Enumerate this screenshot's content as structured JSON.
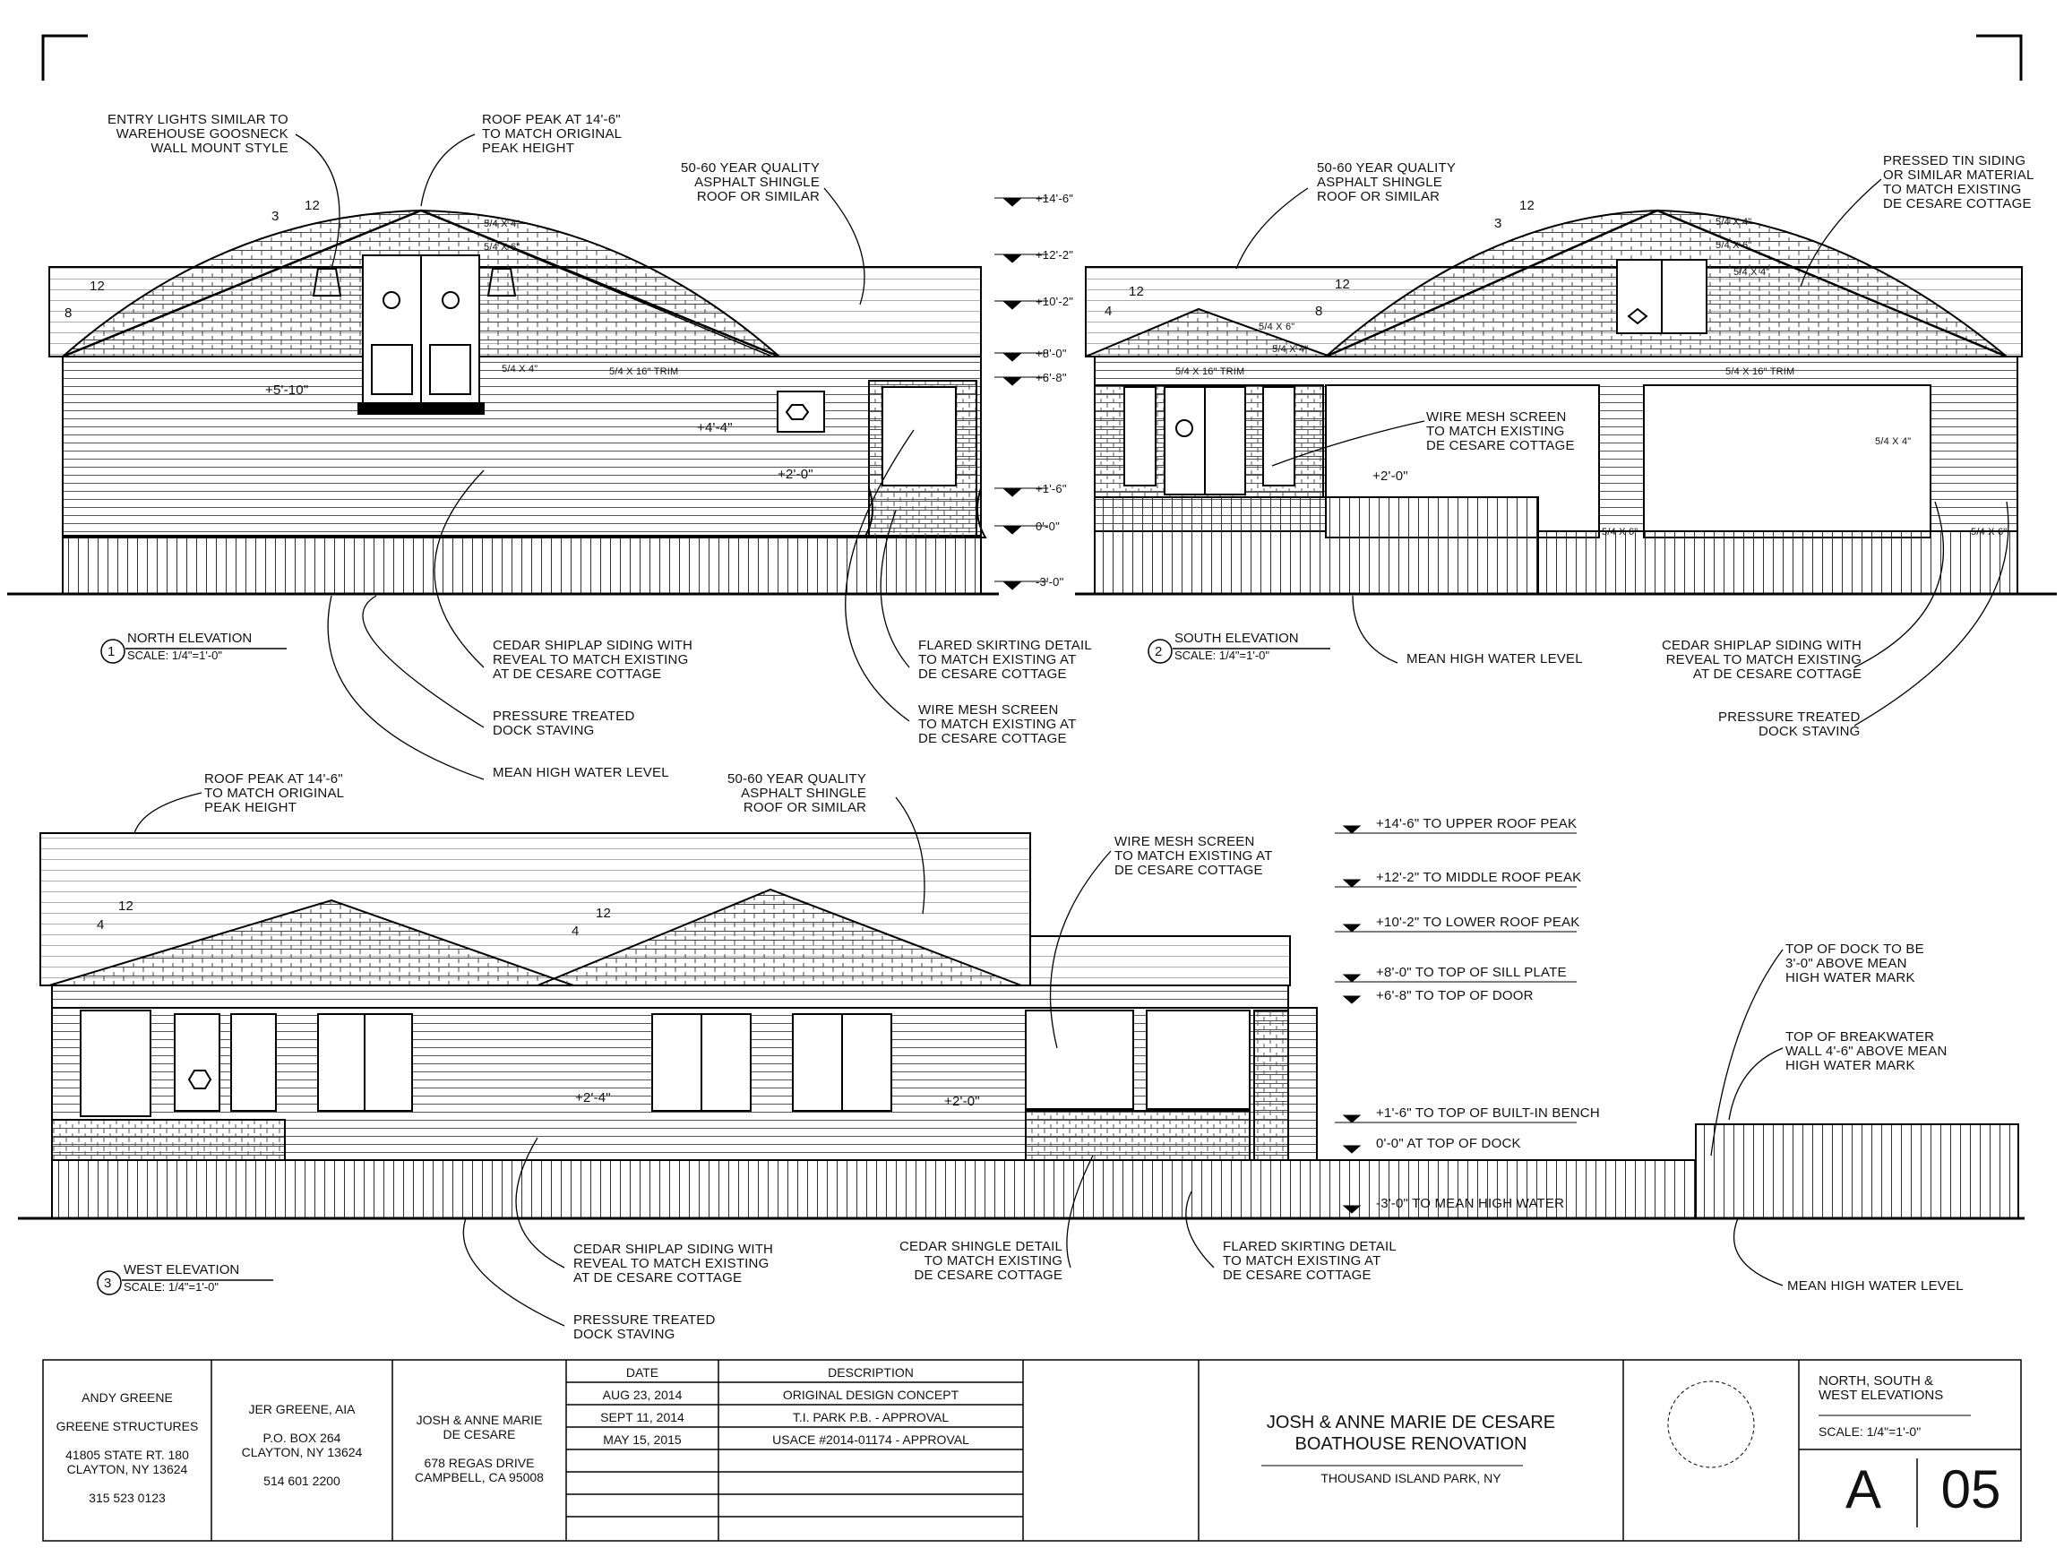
{
  "north": {
    "title": "NORTH ELEVATION",
    "num": "1",
    "scale": "SCALE: 1/4\"=1'-0\"",
    "notes": {
      "entry_lights": "ENTRY LIGHTS SIMILAR TO\nWAREHOUSE GOOSNECK\nWALL MOUNT STYLE",
      "roof_peak": "ROOF PEAK AT 14'-6\"\nTO MATCH ORIGINAL\nPEAK HEIGHT",
      "shingle": "50-60 YEAR QUALITY\nASPHALT SHINGLE\nROOF OR SIMILAR",
      "siding": "CEDAR SHIPLAP SIDING WITH\nREVEAL TO MATCH EXISTING\nAT DE CESARE COTTAGE",
      "staving": "PRESSURE TREATED\nDOCK STAVING",
      "water": "MEAN HIGH WATER LEVEL",
      "flared": "FLARED SKIRTING DETAIL\nTO MATCH EXISTING AT\nDE CESARE COTTAGE",
      "mesh": "WIRE MESH SCREEN\nTO MATCH EXISTING AT\nDE CESARE COTTAGE"
    },
    "dims": {
      "d1": "5/4 x 4\"",
      "d2": "5/4 x 6\"",
      "d3": "5/4 x 4\"",
      "trim": "5/4 x 16\" TRIM"
    },
    "pitch": {
      "a_rise": "3",
      "a_run": "12",
      "b_rise": "8",
      "b_run": "12"
    },
    "levels": [
      "+5'-10\"",
      "+4'-4\"",
      "+2'-0\""
    ]
  },
  "center_levels": [
    "+14'-6\"",
    "+12'-2\"",
    "+10'-2\"",
    "+8'-0\"",
    "+6'-8\"",
    "+1'-6\"",
    "0'-0\"",
    "-3'-0\""
  ],
  "south": {
    "title": "SOUTH ELEVATION",
    "num": "2",
    "scale": "SCALE: 1/4\"=1'-0\"",
    "notes": {
      "shingle": "50-60 YEAR QUALITY\nASPHALT SHINGLE\nROOF OR SIMILAR",
      "tin": "PRESSED TIN SIDING\nOR SIMILAR MATERIAL\nTO MATCH EXISTING\nDE CESARE COTTAGE",
      "mesh": "WIRE MESH SCREEN\nTO MATCH EXISTING\nDE CESARE COTTAGE",
      "water": "MEAN HIGH WATER LEVEL",
      "siding": "CEDAR SHIPLAP SIDING WITH\nREVEAL TO MATCH EXISTING\nAT DE CESARE COTTAGE",
      "staving": "PRESSURE TREATED\nDOCK STAVING"
    },
    "dims": {
      "d1": "5/4 x 4\"",
      "d2": "5/4 x 6\"",
      "d3": "5/4 x 4\"",
      "d4": "5/4 x 6\"",
      "d5": "5/4 x 4\"",
      "d6": "5/4 x 6\"",
      "d7": "5/4 x 4\"",
      "d8": "5/4 x 6\"",
      "trim1": "5/4 x 16\" TRIM",
      "trim2": "5/4 x 16\" TRIM"
    },
    "pitch": {
      "a_rise": "3",
      "a_run": "12",
      "b_rise": "4",
      "b_run": "12",
      "c_rise": "8",
      "c_run": "12"
    },
    "level": "+2'-0\""
  },
  "west": {
    "title": "WEST ELEVATION",
    "num": "3",
    "scale": "SCALE: 1/4\"=1'-0\"",
    "notes": {
      "roof_peak": "ROOF PEAK AT 14'-6\"\nTO MATCH ORIGINAL\nPEAK HEIGHT",
      "shingle": "50-60 YEAR QUALITY\nASPHALT SHINGLE\nROOF OR SIMILAR",
      "mesh": "WIRE MESH SCREEN\nTO MATCH EXISTING AT\nDE CESARE COTTAGE",
      "dock_top": "TOP OF DOCK TO BE\n3'-0\" ABOVE MEAN\nHIGH WATER MARK",
      "breakwater": "TOP OF BREAKWATER\nWALL 4'-6\" ABOVE MEAN\nHIGH WATER MARK",
      "siding": "CEDAR SHIPLAP SIDING WITH\nREVEAL TO MATCH EXISTING\nAT DE CESARE COTTAGE",
      "shingle_detail": "CEDAR SHINGLE DETAIL\nTO MATCH EXISTING\nDE CESARE COTTAGE",
      "flared": "FLARED SKIRTING DETAIL\nTO MATCH EXISTING AT\nDE CESARE COTTAGE",
      "staving": "PRESSURE TREATED\nDOCK STAVING",
      "water": "MEAN HIGH WATER LEVEL"
    },
    "pitch": {
      "a_rise": "4",
      "a_run": "12",
      "b_rise": "4",
      "b_run": "12"
    },
    "levels": [
      "+2'-4\"",
      "+2'-0\""
    ],
    "legend": [
      "+14'-6\" TO UPPER ROOF PEAK",
      "+12'-2\" TO MIDDLE ROOF PEAK",
      "+10'-2\" TO LOWER ROOF PEAK",
      "+8'-0\" TO TOP OF SILL PLATE",
      "+6'-8\" TO TOP OF DOOR",
      "+1'-6\" TO TOP OF BUILT-IN BENCH",
      "0'-0\" AT TOP OF DOCK",
      "-3'-0\" TO MEAN HIGH WATER"
    ]
  },
  "title_block": {
    "designer": "ANDY GREENE\n\nGREENE STRUCTURES\n\n41805 STATE RT. 180\nCLAYTON, NY 13624\n\n315 523 0123",
    "architect": "JER GREENE, AIA\n\nP.O. BOX 264\nCLAYTON, NY 13624\n\n514 601 2200",
    "owner": "JOSH & ANNE MARIE\nDE CESARE\n\n678 REGAS DRIVE\nCAMPBELL, CA 95008",
    "date_header": "DATE",
    "desc_header": "DESCRIPTION",
    "revisions": [
      {
        "date": "AUG 23, 2014",
        "desc": "ORIGINAL DESIGN CONCEPT"
      },
      {
        "date": "SEPT 11, 2014",
        "desc": "T.I. PARK P.B. - APPROVAL"
      },
      {
        "date": "MAY 15, 2015",
        "desc": "USACE #2014-01174 - APPROVAL"
      }
    ],
    "project_title": "JOSH & ANNE MARIE DE CESARE\nBOATHOUSE RENOVATION",
    "location": "THOUSAND ISLAND PARK, NY",
    "sheet_title": "NORTH, SOUTH &\nWEST ELEVATIONS",
    "sheet_scale": "SCALE: 1/4\"=1'-0\"",
    "sheet_letter": "A",
    "sheet_number": "05"
  }
}
